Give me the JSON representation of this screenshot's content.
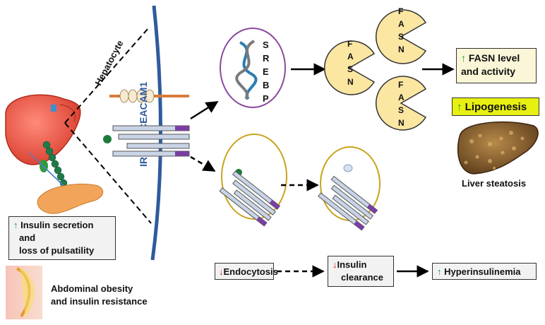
{
  "labels": {
    "hepatocyte": "Hepatocyte",
    "ceacam1": "CEACAM1",
    "ir": "IR",
    "srebp": [
      "S",
      "R",
      "E",
      "B",
      "P"
    ],
    "fasn": [
      "F",
      "A",
      "S",
      "N"
    ],
    "liver_steatosis": "Liver steatosis"
  },
  "boxes": {
    "fasn_level": {
      "arrow": "↑",
      "line1": "FASN level",
      "line2": "and activity"
    },
    "lipogenesis": {
      "arrow": "↑",
      "text": "Lipogenesis"
    },
    "insulin_secretion": {
      "arrow": "↑",
      "line1": "Insulin secretion",
      "line2": "and",
      "line3": "loss of pulsatility"
    },
    "abdominal": {
      "line1": "Abdominal obesity",
      "line2": "and insulin resistance"
    },
    "endocytosis": {
      "arrow": "↓",
      "text": "Endocytosis"
    },
    "insulin_clearance": {
      "arrow": "↓",
      "line1": "Insulin",
      "line2": "clearance"
    },
    "hyperinsulinemia": {
      "arrow": "↑",
      "text": "Hyperinsulinemia"
    }
  },
  "colors": {
    "membrane": "#2f5b9c",
    "fasn_fill": "#fbe6a2",
    "lipogenesis_box": "#e8f011",
    "vesicle": "#c9a31c",
    "nucleus": "#8c4a9e",
    "arrow_up": "#1a9a2c",
    "arrow_down": "#e01818",
    "box_fill": "#f2f2f2"
  }
}
